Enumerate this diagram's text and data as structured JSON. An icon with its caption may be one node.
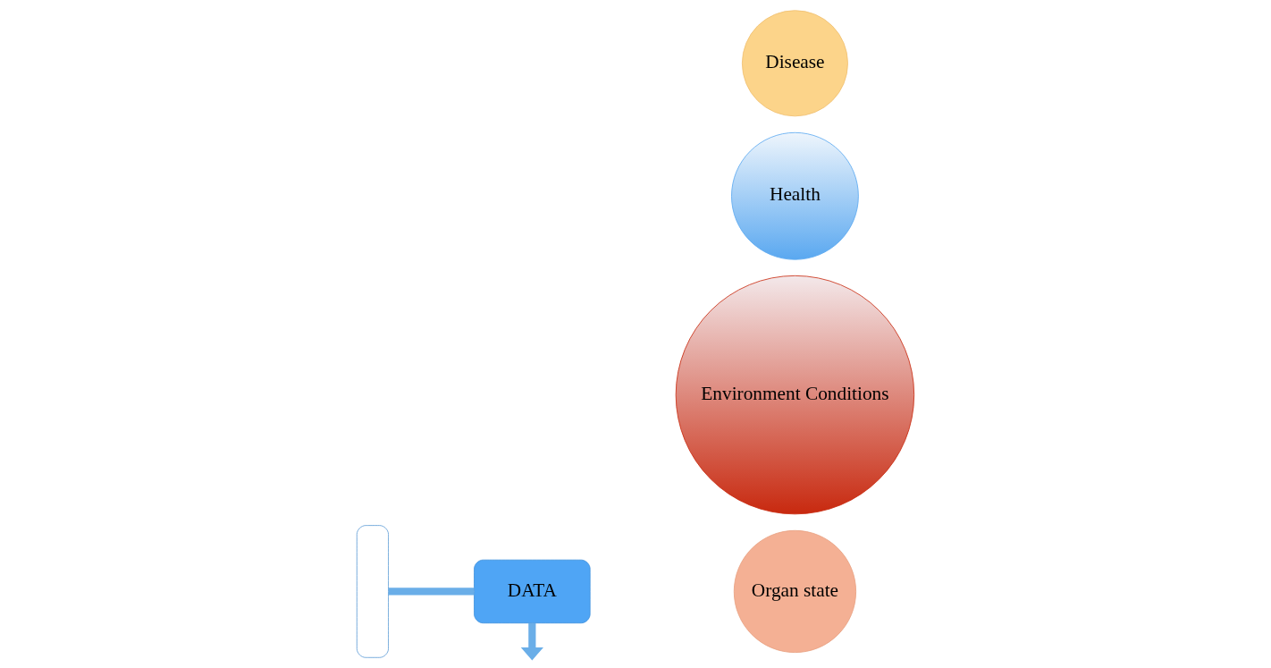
{
  "diagram": {
    "nodes": [
      {
        "text": [],
        "shape": "box"
      },
      {
        "text": [
          "DATA"
        ]
      },
      {
        "text": [
          "Organ state"
        ]
      },
      {
        "text": [
          "Environment Conditions"
        ]
      },
      {
        "text": [
          "Health"
        ]
      },
      {
        "text": [
          "Disease"
        ]
      }
    ],
    "edges": [
      {
        "from": 0,
        "to": 1,
        "arrow": "none"
      },
      {
        "from": 1,
        "to": null,
        "arrow": "to"
      }
    ]
  }
}
